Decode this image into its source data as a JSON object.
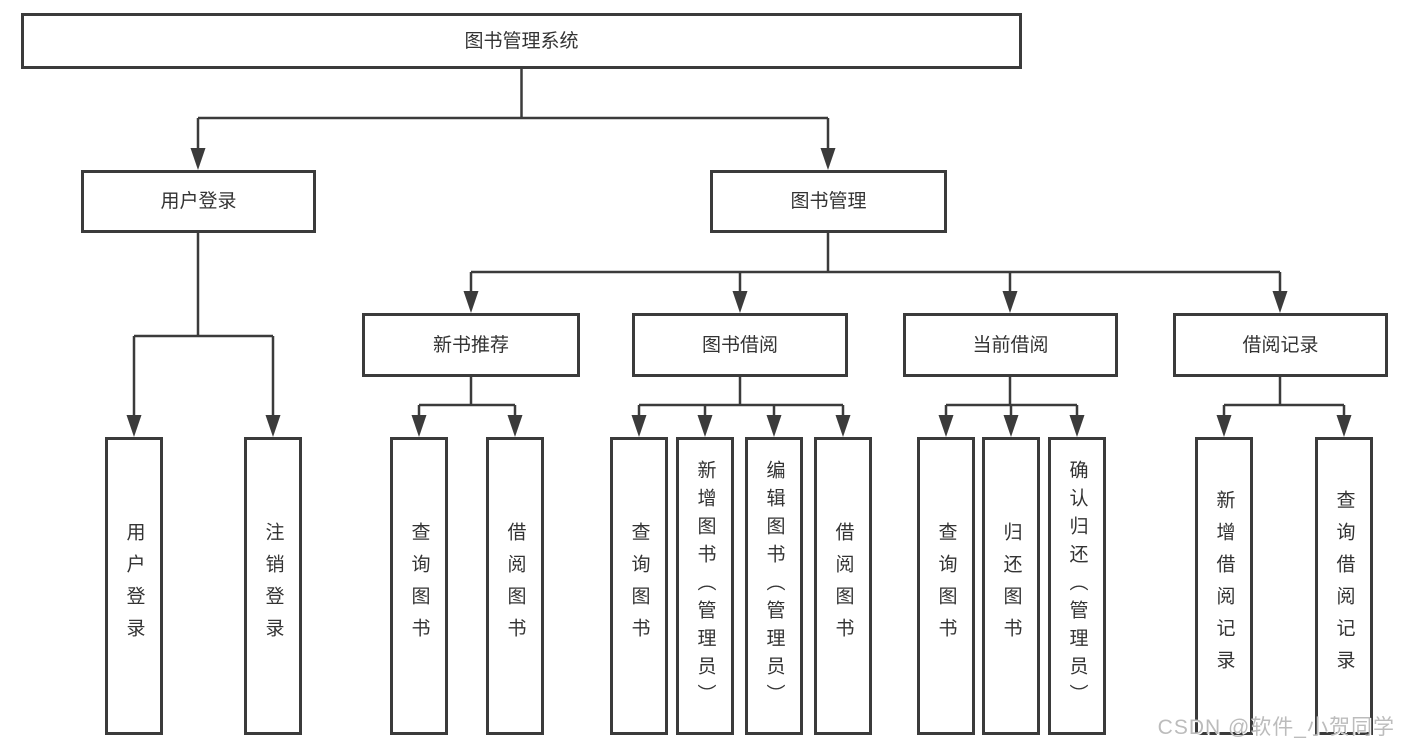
{
  "diagram": {
    "root": {
      "label": "图书管理系统"
    },
    "branches": [
      {
        "label": "用户登录",
        "children": [
          {
            "label": "用户登录"
          },
          {
            "label": "注销登录"
          }
        ]
      },
      {
        "label": "图书管理",
        "children": [
          {
            "label": "新书推荐",
            "children": [
              {
                "label": "查询图书"
              },
              {
                "label": "借阅图书"
              }
            ]
          },
          {
            "label": "图书借阅",
            "children": [
              {
                "label": "查询图书"
              },
              {
                "label": "新增图书（管理员）"
              },
              {
                "label": "编辑图书（管理员）"
              },
              {
                "label": "借阅图书"
              }
            ]
          },
          {
            "label": "当前借阅",
            "children": [
              {
                "label": "查询图书"
              },
              {
                "label": "归还图书"
              },
              {
                "label": "确认归还（管理员）"
              }
            ]
          },
          {
            "label": "借阅记录",
            "children": [
              {
                "label": "新增借阅记录"
              },
              {
                "label": "查询借阅记录"
              }
            ]
          }
        ]
      }
    ]
  },
  "watermark": {
    "text": "CSDN @软件_小贺同学"
  },
  "colors": {
    "line": "#3b3b3b",
    "border": "#3b3b3b",
    "text": "#333333",
    "watermark": "#bcbcbc",
    "background": "#ffffff"
  }
}
